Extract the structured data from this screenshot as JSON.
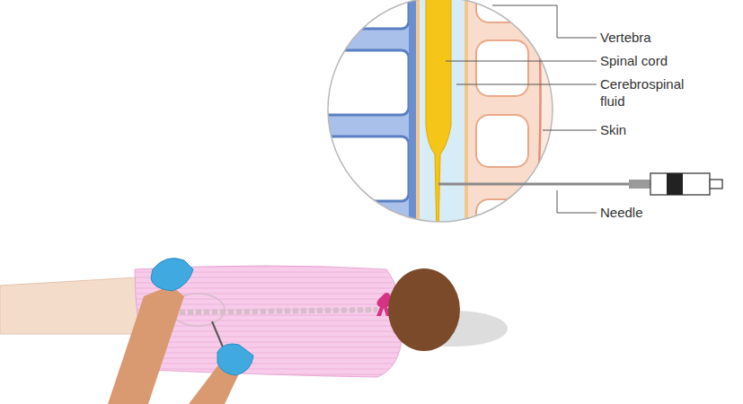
{
  "diagram": {
    "labels": [
      "Vertebra",
      "Spinal cord",
      "Cerebrospinal fluid",
      "Skin",
      "Needle"
    ]
  }
}
